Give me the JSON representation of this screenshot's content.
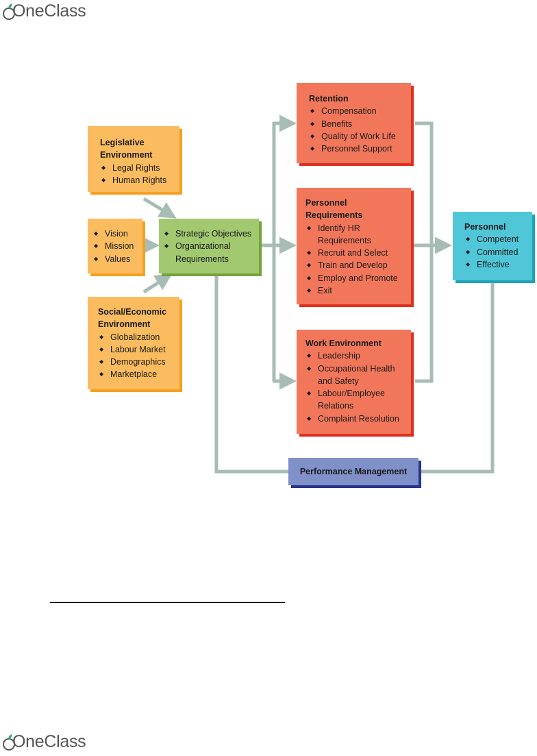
{
  "header": {
    "logo": "OneClass"
  },
  "footer": {
    "logo": "OneClass"
  },
  "diagram": {
    "legislative": {
      "title": "Legislative Environment",
      "items": [
        "Legal Rights",
        "Human Rights"
      ]
    },
    "mvv": {
      "items": [
        "Vision",
        "Mission",
        "Values"
      ]
    },
    "social": {
      "title": "Social/Economic Environment",
      "items": [
        "Globalization",
        "Labour Market",
        "Demographics",
        "Marketplace"
      ]
    },
    "strategic": {
      "items": [
        "Strategic Objectives",
        "Organizational Requirements"
      ]
    },
    "retention": {
      "title": "Retention",
      "items": [
        "Compensation",
        "Benefits",
        "Quality of Work Life",
        "Personnel Support"
      ]
    },
    "personnel_req": {
      "title": "Personnel Requirements",
      "items": [
        "Identify HR Requirements",
        "Recruit and Select",
        "Train and Develop",
        "Employ and Promote",
        "Exit"
      ]
    },
    "work_env": {
      "title": "Work Environment",
      "items": [
        "Leadership",
        "Occupational Health and Safety",
        "Labour/Employee Relations",
        "Complaint Resolution"
      ]
    },
    "personnel": {
      "title": "Personnel",
      "items": [
        "Competent",
        "Committed",
        "Effective"
      ]
    },
    "performance": {
      "label": "Performance Management"
    }
  },
  "colors": {
    "orange": "#fbbc5f",
    "green": "#a2c870",
    "red": "#f2775a",
    "cyan": "#4fc7d8",
    "blue": "#8090c8",
    "arrow": "#a8bcb6"
  }
}
